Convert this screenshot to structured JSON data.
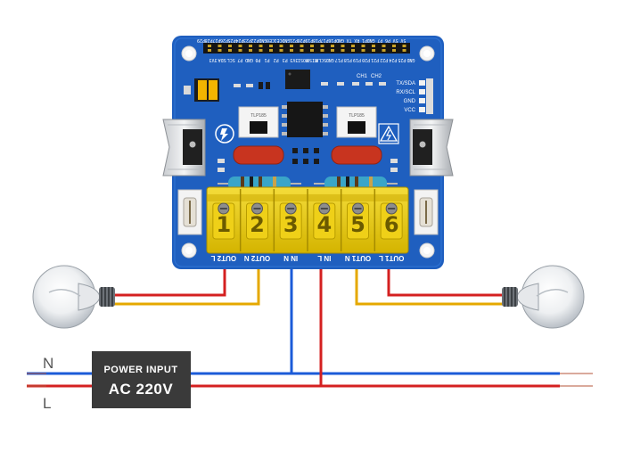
{
  "board": {
    "header_top_labels": [
      "P29",
      "P28",
      "P27",
      "P26",
      "P25",
      "P24",
      "P23",
      "P22",
      "GND",
      "CE0",
      "CE1",
      "GND",
      "P21",
      "P20",
      "P19",
      "P18",
      "P17",
      "P16",
      "GND",
      "TX",
      "RX",
      "P1",
      "GND",
      "P7",
      "P6",
      "5V",
      "5V"
    ],
    "header_bottom_labels": [
      "GND",
      "P25",
      "P24",
      "P22",
      "P21",
      "P20",
      "P19",
      "P18",
      "P17",
      "GND",
      "SCLK",
      "MISO",
      "MOSI",
      "3V3",
      "P3",
      "P2",
      "P1",
      "P0",
      "GND",
      "P7",
      "SCL",
      "SDA",
      "3V3"
    ],
    "side_labels": [
      "TX/SDA",
      "RX/SCL",
      "GND",
      "VCC"
    ],
    "relay_text": "TLP185",
    "chip_labels": [
      "CH1",
      "CH2"
    ],
    "terminal_labels": [
      "OUT2 L",
      "OUT2 N",
      "IN N",
      "IN L",
      "OUT1 N",
      "OUT1 L"
    ],
    "terminal_numbers": [
      "1",
      "2",
      "3",
      "4",
      "5",
      "6"
    ]
  },
  "power": {
    "line1": "POWER INPUT",
    "line2": "AC 220V",
    "n_label": "N",
    "l_label": "L"
  },
  "colors": {
    "pcb": "#1f5fbf",
    "terminal": "#e8c800",
    "wire_red": "#d42020",
    "wire_blue": "#1b5bd8",
    "wire_yellow": "#e5a800",
    "power_box": "#3a3a3a"
  },
  "icons": [
    "bulb-icon",
    "warning-icon",
    "relay-icon"
  ]
}
